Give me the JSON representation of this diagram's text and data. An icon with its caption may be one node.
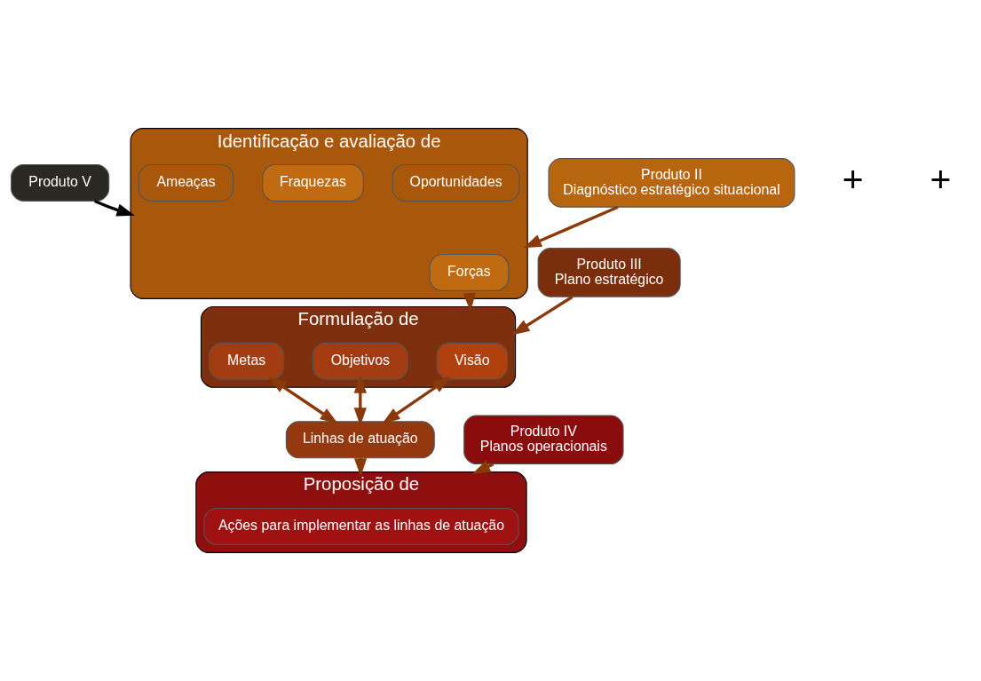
{
  "diagram": {
    "nodes": [
      {
        "text": [
          "Produto V"
        ]
      },
      {
        "text": [
          "Produto II",
          "Diagnóstico estratégico situacional"
        ]
      },
      {
        "text": [
          "Identificação e avaliação de"
        ]
      },
      {
        "text": [
          "Forças"
        ],
        "in": 2
      },
      {
        "text": [
          "Oportunidades"
        ],
        "in": 2
      },
      {
        "text": [
          "Fraquezas"
        ],
        "in": 2
      },
      {
        "text": [
          "Ameaças"
        ],
        "in": 2
      },
      {
        "text": [
          "Produto III",
          "Plano estratégico"
        ]
      },
      {
        "text": [
          "Formulação de"
        ]
      },
      {
        "text": [
          "Visão"
        ],
        "in": 8
      },
      {
        "text": [
          "Objetivos"
        ],
        "in": 8
      },
      {
        "text": [
          "Metas"
        ],
        "in": 8
      },
      {
        "text": [
          "Linhas de atuação"
        ]
      },
      {
        "text": [
          "Produto IV",
          "Planos operacionais"
        ]
      },
      {
        "text": [
          "Proposição de"
        ]
      },
      {
        "text": [
          "Ações para implementar as linhas de atuação"
        ],
        "in": 14
      }
    ],
    "edges": [
      {
        "from": 0,
        "to": 2,
        "arrow": "to",
        "color": "#000000"
      },
      {
        "from": 1,
        "to": 2,
        "arrow": "to"
      },
      {
        "from": 2,
        "to": 8,
        "arrow": "to"
      },
      {
        "from": 7,
        "to": 8,
        "arrow": "to"
      },
      {
        "from": 9,
        "to": 12,
        "arrow": "both"
      },
      {
        "from": 10,
        "to": 12,
        "arrow": "both"
      },
      {
        "from": 11,
        "to": 12,
        "arrow": "both"
      },
      {
        "from": 12,
        "to": 14,
        "arrow": "to"
      },
      {
        "from": 13,
        "to": 14,
        "arrow": "to"
      }
    ],
    "labels": [
      "+",
      "+"
    ]
  }
}
